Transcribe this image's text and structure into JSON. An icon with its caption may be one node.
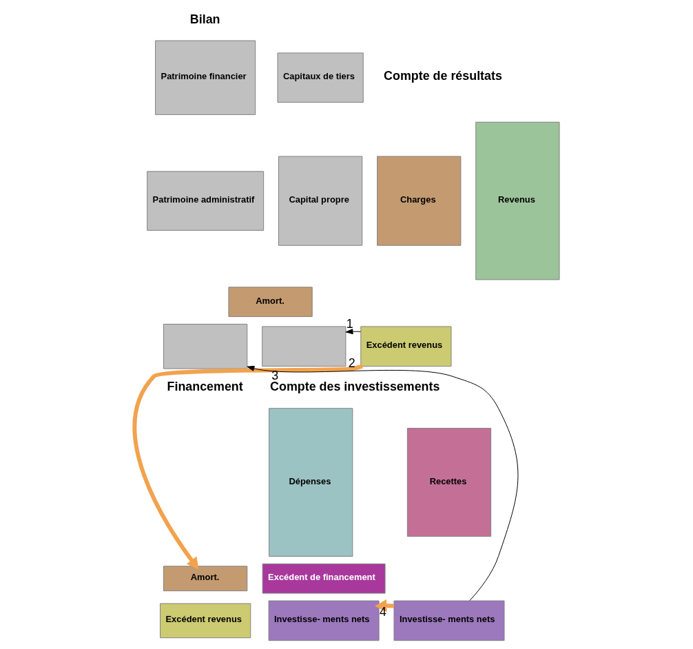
{
  "diagram": {
    "nodes": [
      {
        "text": [
          "Patrimoine financier"
        ]
      },
      {
        "text": [
          "Patrimoine administratif"
        ]
      },
      {
        "text": [],
        "shape": "box"
      },
      {
        "text": [
          "Capitaux de tiers"
        ]
      },
      {
        "text": [
          "Capital propre"
        ]
      },
      {
        "text": [],
        "shape": "box"
      },
      {
        "text": [
          "Charges"
        ]
      },
      {
        "text": [
          "Amort."
        ]
      },
      {
        "text": [
          "Excédent revenus"
        ]
      },
      {
        "text": [
          "Revenus"
        ]
      },
      {
        "text": [
          "Dépenses"
        ]
      },
      {
        "text": [
          "Recettes"
        ]
      },
      {
        "text": [
          "Investisse- ments nets"
        ]
      },
      {
        "text": [
          "Amort."
        ]
      },
      {
        "text": [
          "Excédent revenus"
        ]
      },
      {
        "text": [
          "Excédent de financement"
        ]
      },
      {
        "text": [
          "Investisse- ments nets"
        ]
      }
    ],
    "edges": [
      {
        "from": 8,
        "to": 5,
        "arrow": "to",
        "label": "1"
      },
      {
        "from": 12,
        "to": 2,
        "arrow": "to",
        "label": "2"
      },
      {
        "from": 8,
        "to": 13,
        "arrow": "to",
        "label": "3",
        "style": "thick",
        "color": "#f2a24e"
      },
      {
        "from": 12,
        "to": 16,
        "arrow": "to",
        "label": "4",
        "style": "thick",
        "color": "#f2a24e"
      }
    ],
    "labels": [
      "Bilan",
      "Compte de résultats",
      "Financement",
      "Compte des investissements"
    ]
  }
}
